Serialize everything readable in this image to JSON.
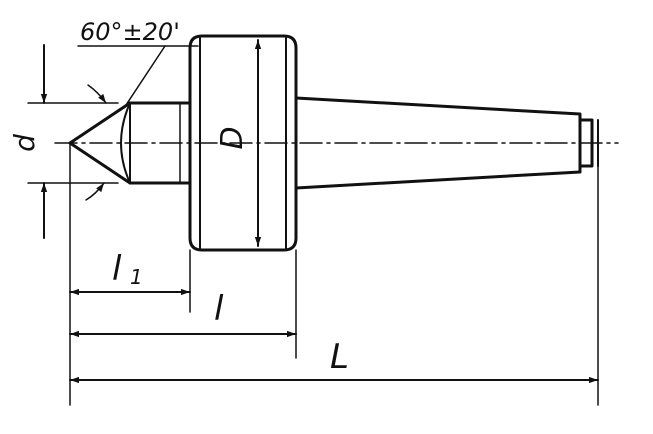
{
  "labels": {
    "angle": "60°±20'",
    "d": "d",
    "D": "D",
    "l1": "l",
    "l1_sub": "1",
    "l": "l",
    "L": "L"
  },
  "colors": {
    "ink": "#111111",
    "paper": "#ffffff"
  }
}
